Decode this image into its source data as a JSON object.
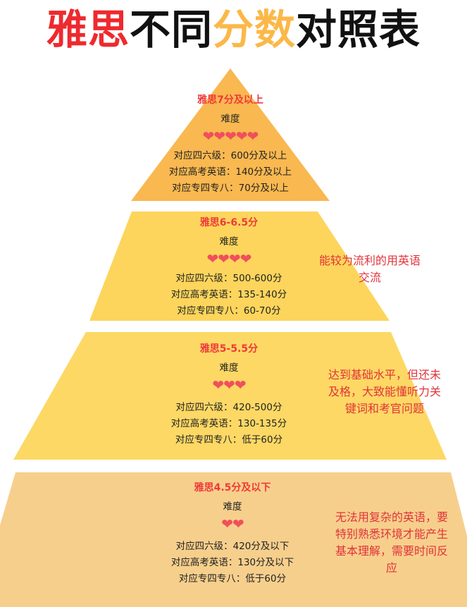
{
  "title": {
    "part1": "雅思",
    "part2": "不同",
    "part3": "分数",
    "part4": "对照表"
  },
  "colors": {
    "red": "#ee2a2e",
    "orange": "#fbb848",
    "level1": "#f9b850",
    "level2": "#fdd55c",
    "level3": "#fdd865",
    "level4": "#f7cf8c"
  },
  "levels": [
    {
      "title": "雅思7分及以上",
      "difficulty_label": "难度",
      "hearts": 5,
      "hearts_text": "❤❤❤❤❤",
      "cet": "对应四六级：600分及以上",
      "gaokao": "对应高考英语：140分及以上",
      "tem": "对应专四专八：70分及以上"
    },
    {
      "title": "雅思6-6.5分",
      "difficulty_label": "难度",
      "hearts": 4,
      "hearts_text": "❤❤❤❤",
      "cet": "对应四六级：500-600分",
      "gaokao": "对应高考英语：135-140分",
      "tem": "对应专四专八：60-70分",
      "note": "能较为流利的用英语交流"
    },
    {
      "title": "雅思5-5.5分",
      "difficulty_label": "难度",
      "hearts": 3,
      "hearts_text": "❤❤❤",
      "cet": "对应四六级：420-500分",
      "gaokao": "对应高考英语：130-135分",
      "tem": "对应专四专八：低于60分",
      "note": "达到基础水平，但还未及格，大致能懂听力关键词和考官问题"
    },
    {
      "title": "雅思4.5分及以下",
      "difficulty_label": "难度",
      "hearts": 2,
      "hearts_text": "❤❤",
      "cet": "对应四六级：420分及以下",
      "gaokao": "对应高考英语：130分及以下",
      "tem": "对应专四专八：低于60分",
      "note": "无法用复杂的英语，要特别熟悉环境才能产生基本理解，需要时间反应"
    }
  ]
}
